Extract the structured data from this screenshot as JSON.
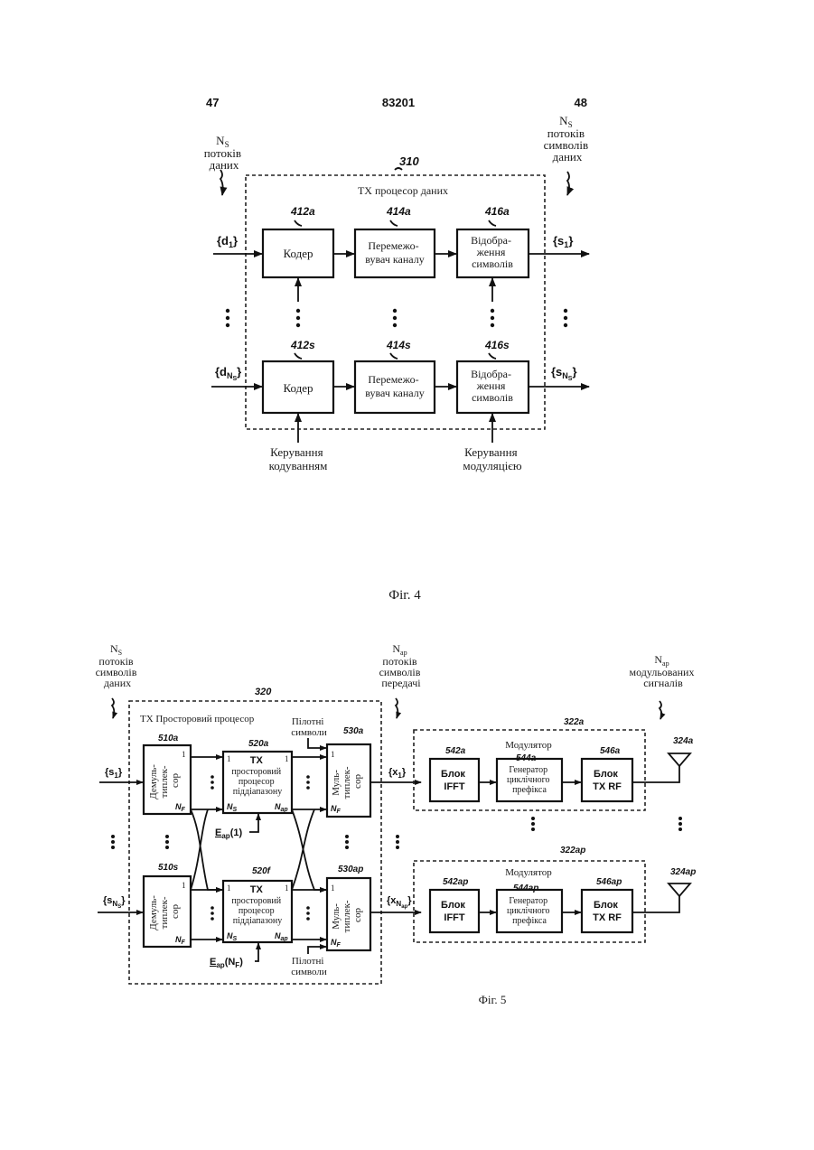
{
  "header": {
    "left_page": "47",
    "patent_no": "83201",
    "right_page": "48"
  },
  "fig4": {
    "caption": "Фіг. 4",
    "input_note": [
      "N",
      "S",
      "потоків",
      "даних"
    ],
    "output_note": [
      "N",
      "S",
      "потоків",
      "символів",
      "даних"
    ],
    "processor": {
      "ref": "310",
      "title": "ТХ процесор даних"
    },
    "rows": [
      {
        "input": "{d",
        "input_sub": "1",
        "output": "{s",
        "output_sub": "1",
        "encoder": {
          "ref": "412a",
          "label": [
            "Кодер"
          ]
        },
        "interleaver": {
          "ref": "414a",
          "label": [
            "Перемежо-",
            "вувач каналу"
          ]
        },
        "mapper": {
          "ref": "416a",
          "label": [
            "Відобра-",
            "ження",
            "символів"
          ]
        }
      },
      {
        "input": "{d",
        "input_sub": "N",
        "input_subsub": "S",
        "output": "{s",
        "output_sub": "N",
        "output_subsub": "S",
        "encoder": {
          "ref": "412s",
          "label": [
            "Кодер"
          ]
        },
        "interleaver": {
          "ref": "414s",
          "label": [
            "Перемежо-",
            "вувач каналу"
          ]
        },
        "mapper": {
          "ref": "416s",
          "label": [
            "Відобра-",
            "ження",
            "символів"
          ]
        }
      }
    ],
    "coding_control": [
      "Керування",
      "кодуванням"
    ],
    "modulation_control": [
      "Керування",
      "модуляцією"
    ]
  },
  "fig5": {
    "caption": "Фіг. 5",
    "input_note": [
      "N",
      "S",
      "потоків",
      "символів",
      "даних"
    ],
    "middle_note": [
      "N",
      "ap",
      "потоків",
      "символів",
      "передачі"
    ],
    "output_note": [
      "N",
      "ap",
      "модульованих",
      "сигналів"
    ],
    "processor": {
      "ref": "320",
      "title": "ТХ Просторовий процесор"
    },
    "pilot_label": [
      "Пілотні",
      "символи"
    ],
    "rows": [
      {
        "input": "{s",
        "input_sub": "1",
        "mid": "{x",
        "mid_sub": "1",
        "demux": {
          "ref": "510a",
          "label": [
            "Демуль-",
            "типлек-",
            "сор"
          ],
          "port_top": "1",
          "port_bot": "N",
          "port_bot_sub": "F"
        },
        "spatial": {
          "ref": "520a",
          "label": [
            "TX",
            "просторовий",
            "процесор",
            "піддіапазону"
          ],
          "port_tl": "1",
          "port_tr": "1",
          "port_bl": "N",
          "port_bl_sub": "S",
          "port_br": "N",
          "port_br_sub": "ap"
        },
        "matrix": {
          "label": "E",
          "sub": "ap",
          "arg": "(1)"
        },
        "mux": {
          "ref": "530a",
          "label": [
            "Муль-",
            "типлек-",
            "сор"
          ],
          "port_top": "1",
          "port_bot": "N",
          "port_bot_sub": "F"
        },
        "modulator": {
          "ref": "322a",
          "title": "Модулятор",
          "ifft": {
            "ref": "542a",
            "label": [
              "Блок",
              "IFFT"
            ]
          },
          "cp": {
            "ref": "544a",
            "label": [
              "Генератор",
              "циклічного",
              "префікса"
            ]
          },
          "rf": {
            "ref": "546a",
            "label": [
              "Блок",
              "TX RF"
            ]
          }
        },
        "antenna": {
          "ref": "324a"
        }
      },
      {
        "input": "{s",
        "input_sub": "N",
        "input_subsub": "S",
        "mid": "{x",
        "mid_sub": "N",
        "mid_subsub": "ap",
        "demux": {
          "ref": "510s",
          "label": [
            "Демуль-",
            "типлек-",
            "сор"
          ],
          "port_top": "1",
          "port_bot": "N",
          "port_bot_sub": "F"
        },
        "spatial": {
          "ref": "520f",
          "label": [
            "TX",
            "просторовий",
            "процесор",
            "піддіапазону"
          ],
          "port_tl": "1",
          "port_tr": "1",
          "port_bl": "N",
          "port_bl_sub": "S",
          "port_br": "N",
          "port_br_sub": "ap"
        },
        "matrix": {
          "label": "E",
          "sub": "ap",
          "arg": "(N",
          "arg_sub": "F",
          "arg_close": ")"
        },
        "mux": {
          "ref": "530ap",
          "label": [
            "Муль-",
            "типлек-",
            "сор"
          ],
          "port_top": "1",
          "port_bot": "N",
          "port_bot_sub": "F"
        },
        "modulator": {
          "ref": "322ap",
          "title": "Модулятор",
          "ifft": {
            "ref": "542ap",
            "label": [
              "Блок",
              "IFFT"
            ]
          },
          "cp": {
            "ref": "544ap",
            "label": [
              "Генератор",
              "циклічного",
              "префікса"
            ]
          },
          "rf": {
            "ref": "546ap",
            "label": [
              "Блок",
              "TX RF"
            ]
          }
        },
        "antenna": {
          "ref": "324ap"
        }
      }
    ]
  }
}
